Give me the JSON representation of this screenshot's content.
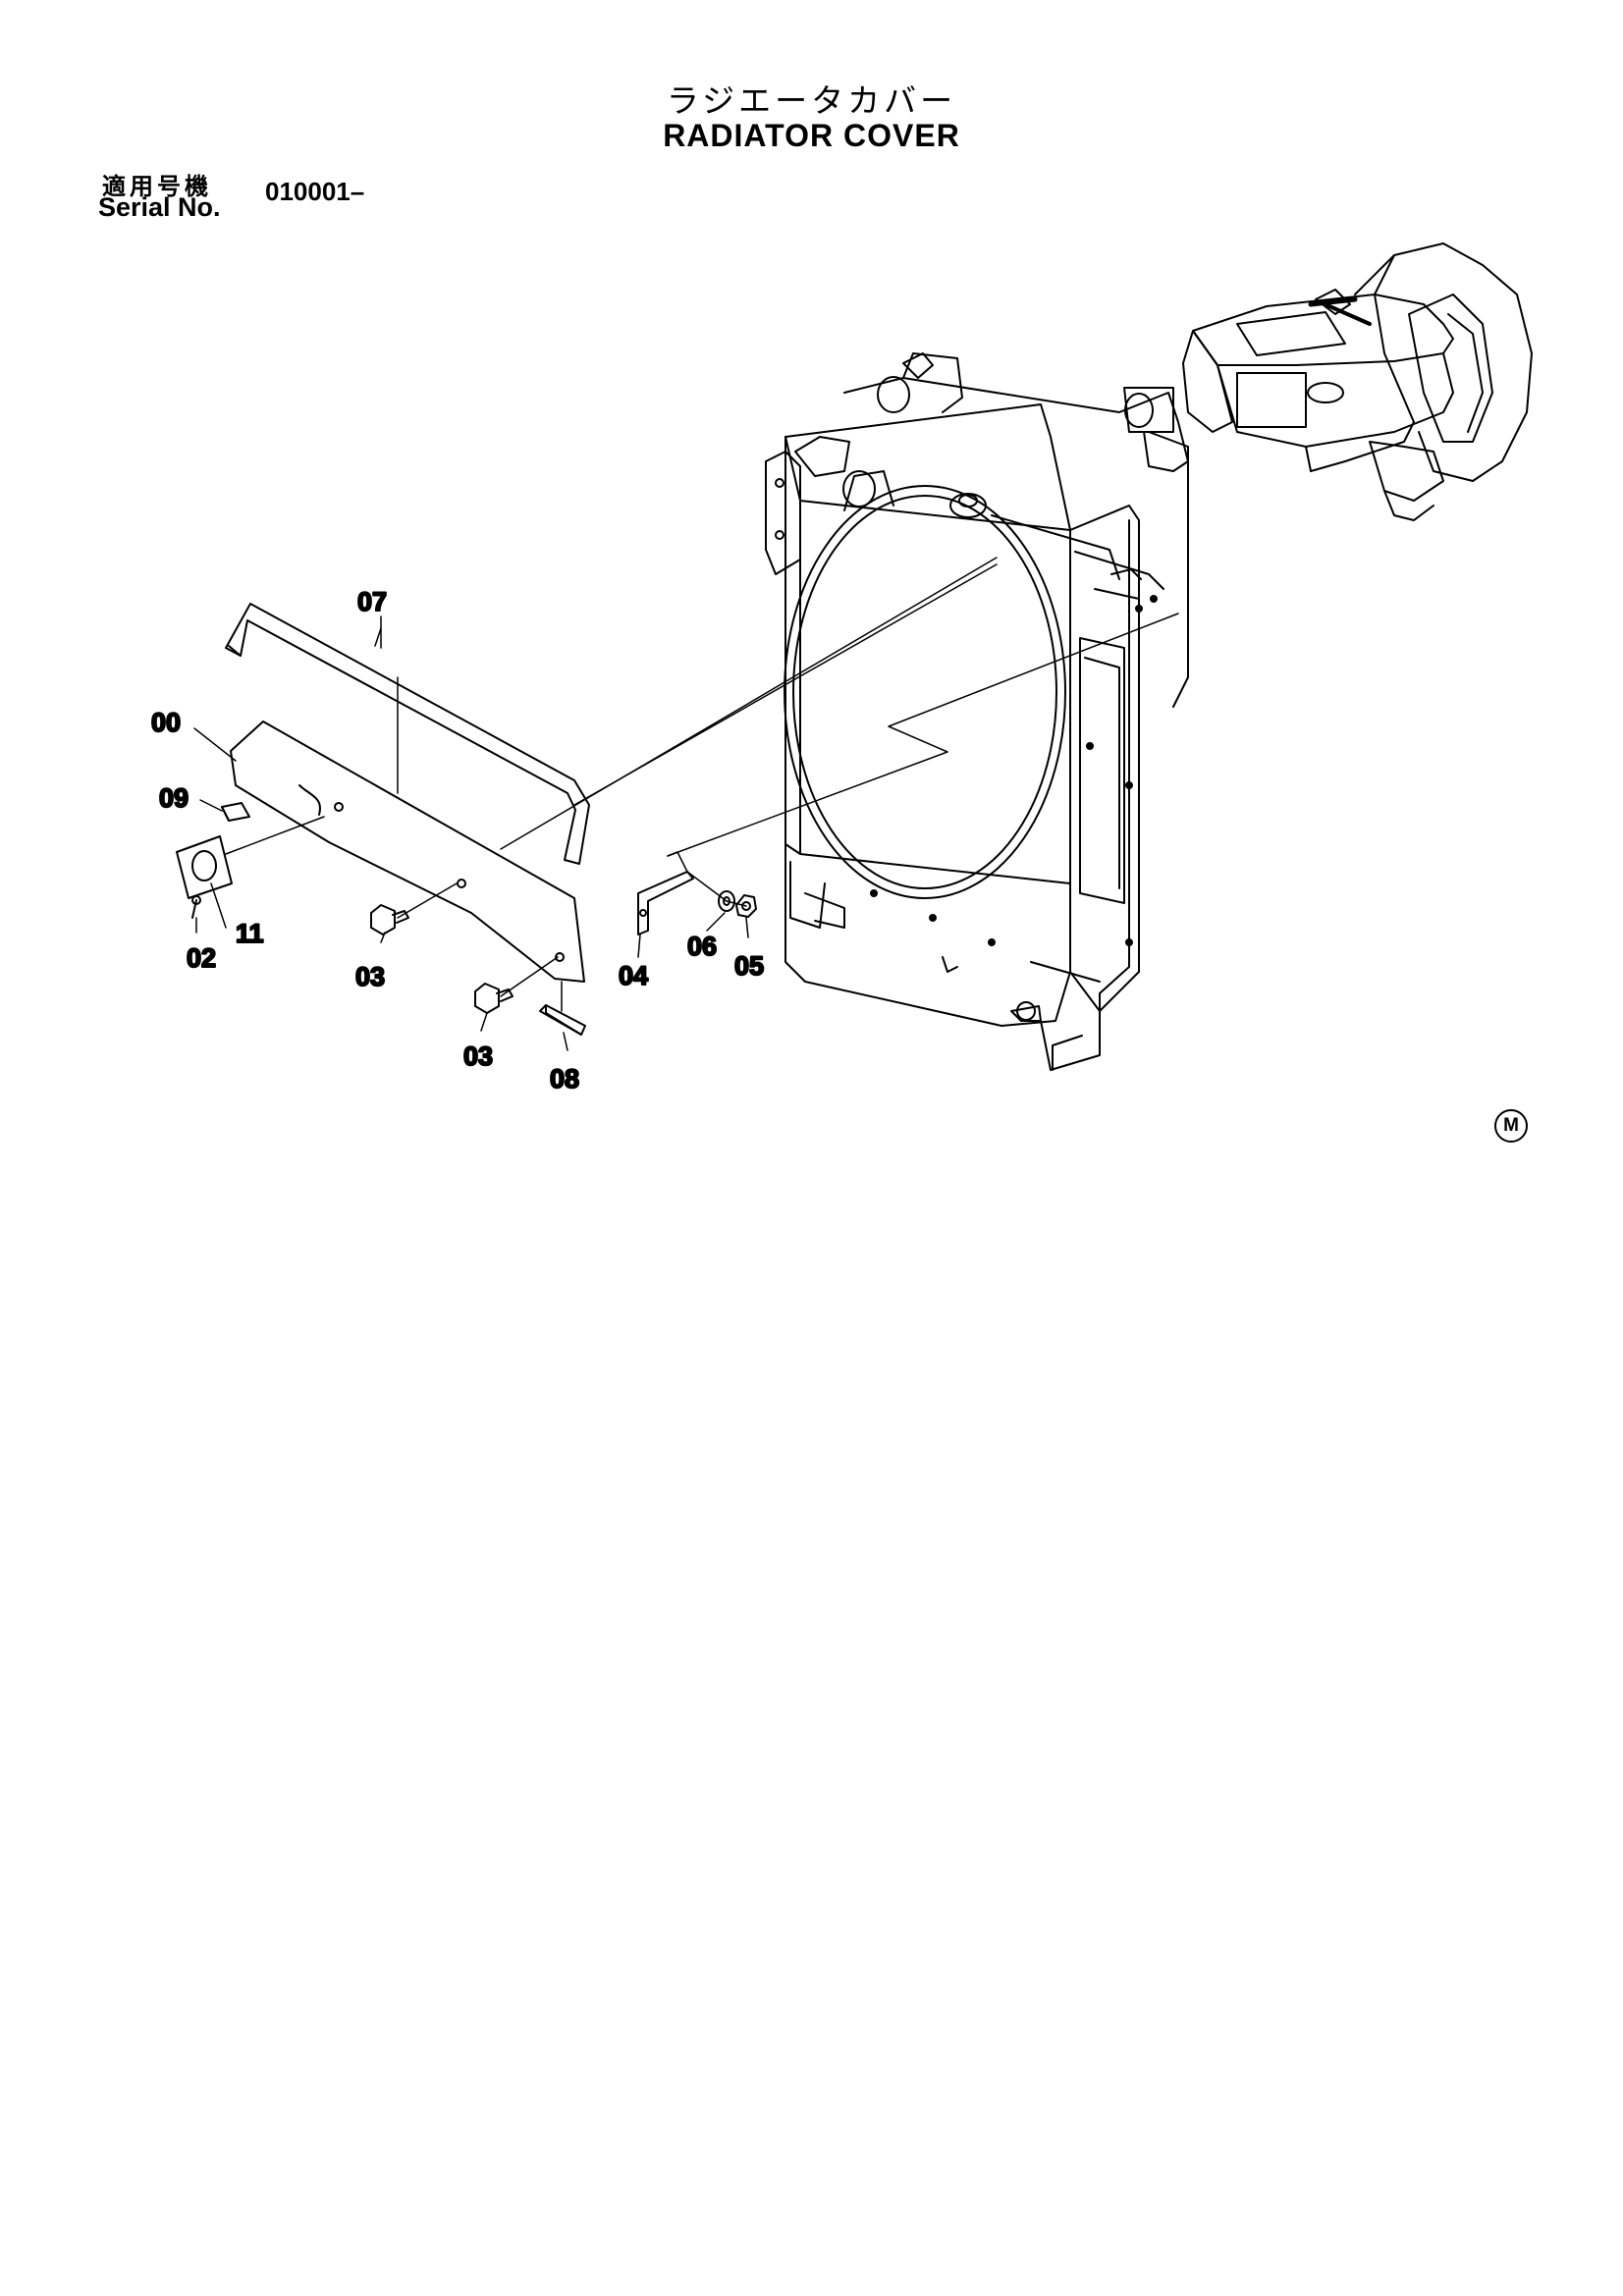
{
  "header": {
    "title_jp": "ラジエータカバー",
    "title_en": "RADIATOR  COVER",
    "serial_label_jp": "適用号機",
    "serial_label_en": "Serial No.",
    "serial_value": "010001–"
  },
  "parts": {
    "p00": "00",
    "p02": "02",
    "p03a": "03",
    "p03b": "03",
    "p04": "04",
    "p05": "05",
    "p06": "06",
    "p07": "07",
    "p08": "08",
    "p09": "09",
    "p11": "11"
  },
  "mark": "M"
}
